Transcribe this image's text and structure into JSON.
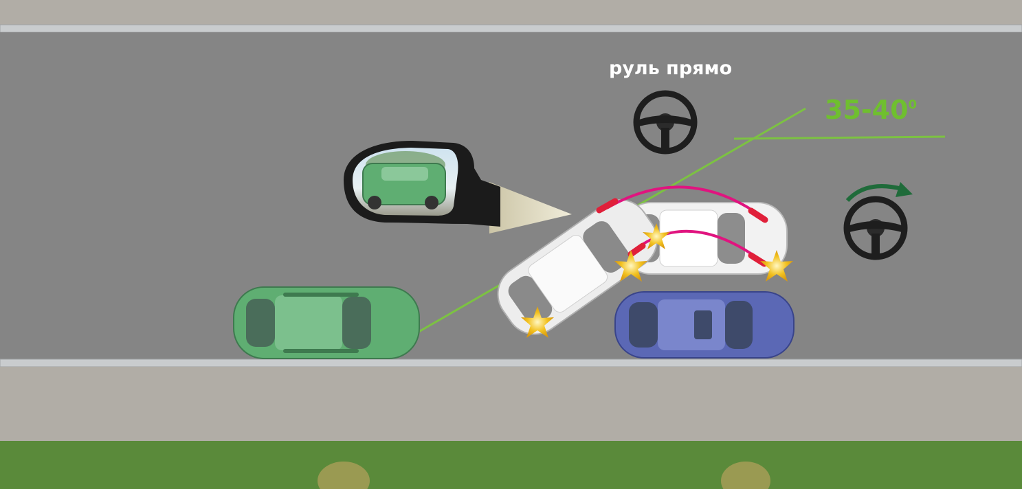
{
  "labels": {
    "steering_straight": "руль прямо",
    "angle_value": "35-40",
    "angle_unit": "0"
  },
  "colors": {
    "road": "#858585",
    "sidewalk": "#b1ada6",
    "curb": "#c9ccce",
    "grass": "#5a8a3a",
    "guide_line": "#7cc242",
    "arc": "#e0147f",
    "rotate_arrow": "#1f6b3a",
    "car_green": "#5fae72",
    "car_blue": "#5b68b5",
    "car_white": "#eeeeee",
    "collision_star": "#f2c11f"
  },
  "icons": [
    "steering-wheel-icon",
    "steering-wheel-icon",
    "rotate-arrow-icon",
    "collision-star-icon",
    "side-mirror-icon"
  ]
}
